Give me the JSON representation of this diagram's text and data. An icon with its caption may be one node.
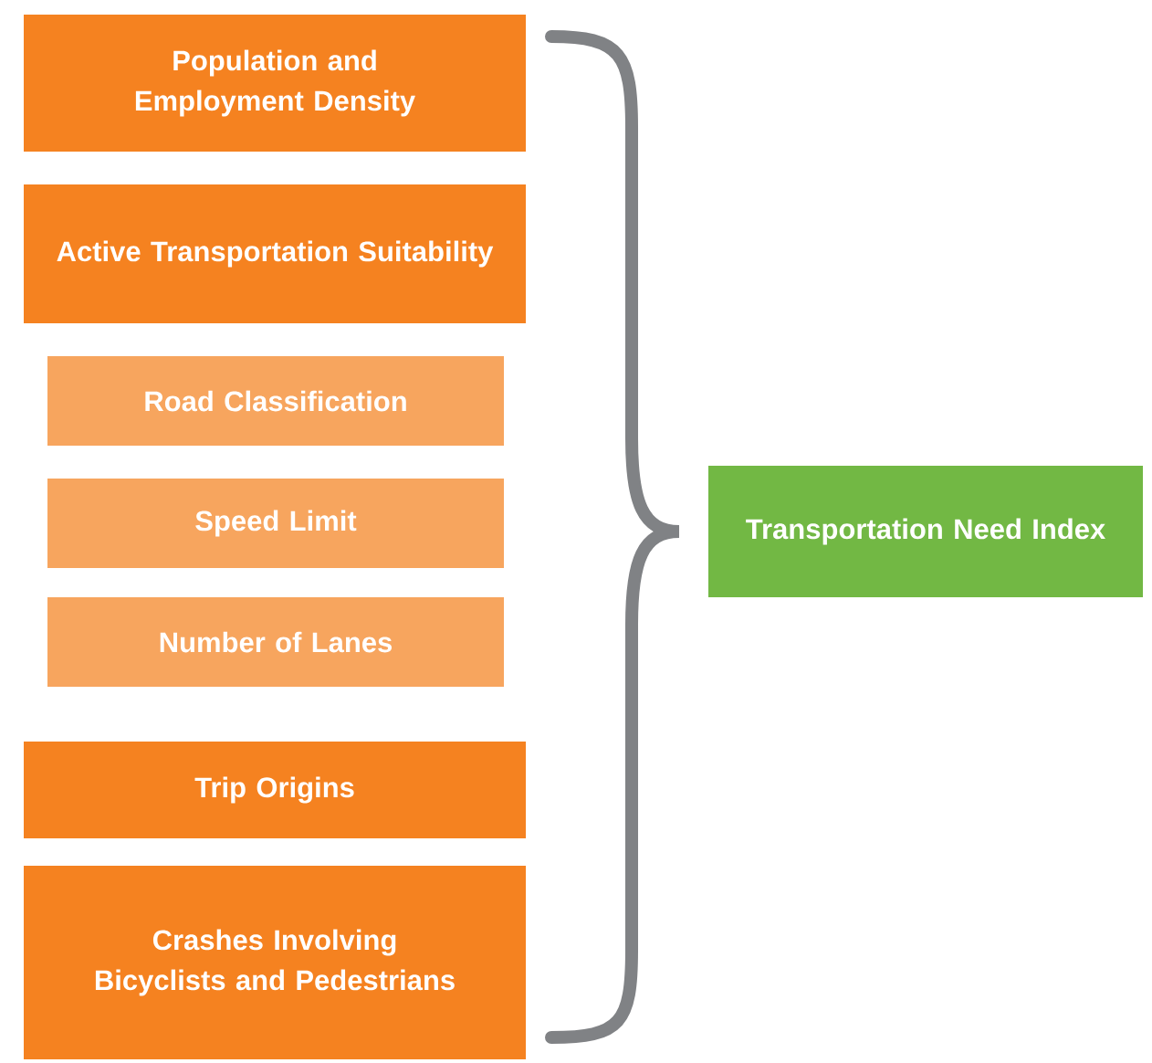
{
  "diagram": {
    "nodes": [
      {
        "text": [
          "Population and Employment Density"
        ]
      },
      {
        "text": [
          "Active Transportation Suitability"
        ]
      },
      {
        "text": [
          "Road Classification"
        ]
      },
      {
        "text": [
          "Speed Limit"
        ]
      },
      {
        "text": [
          "Number of Lanes"
        ]
      },
      {
        "text": [
          "Trip Origins"
        ]
      },
      {
        "text": [
          "Crashes Involving Bicyclists and Pedestrians"
        ]
      },
      {
        "text": [
          "Transportation Need Index"
        ]
      }
    ]
  }
}
